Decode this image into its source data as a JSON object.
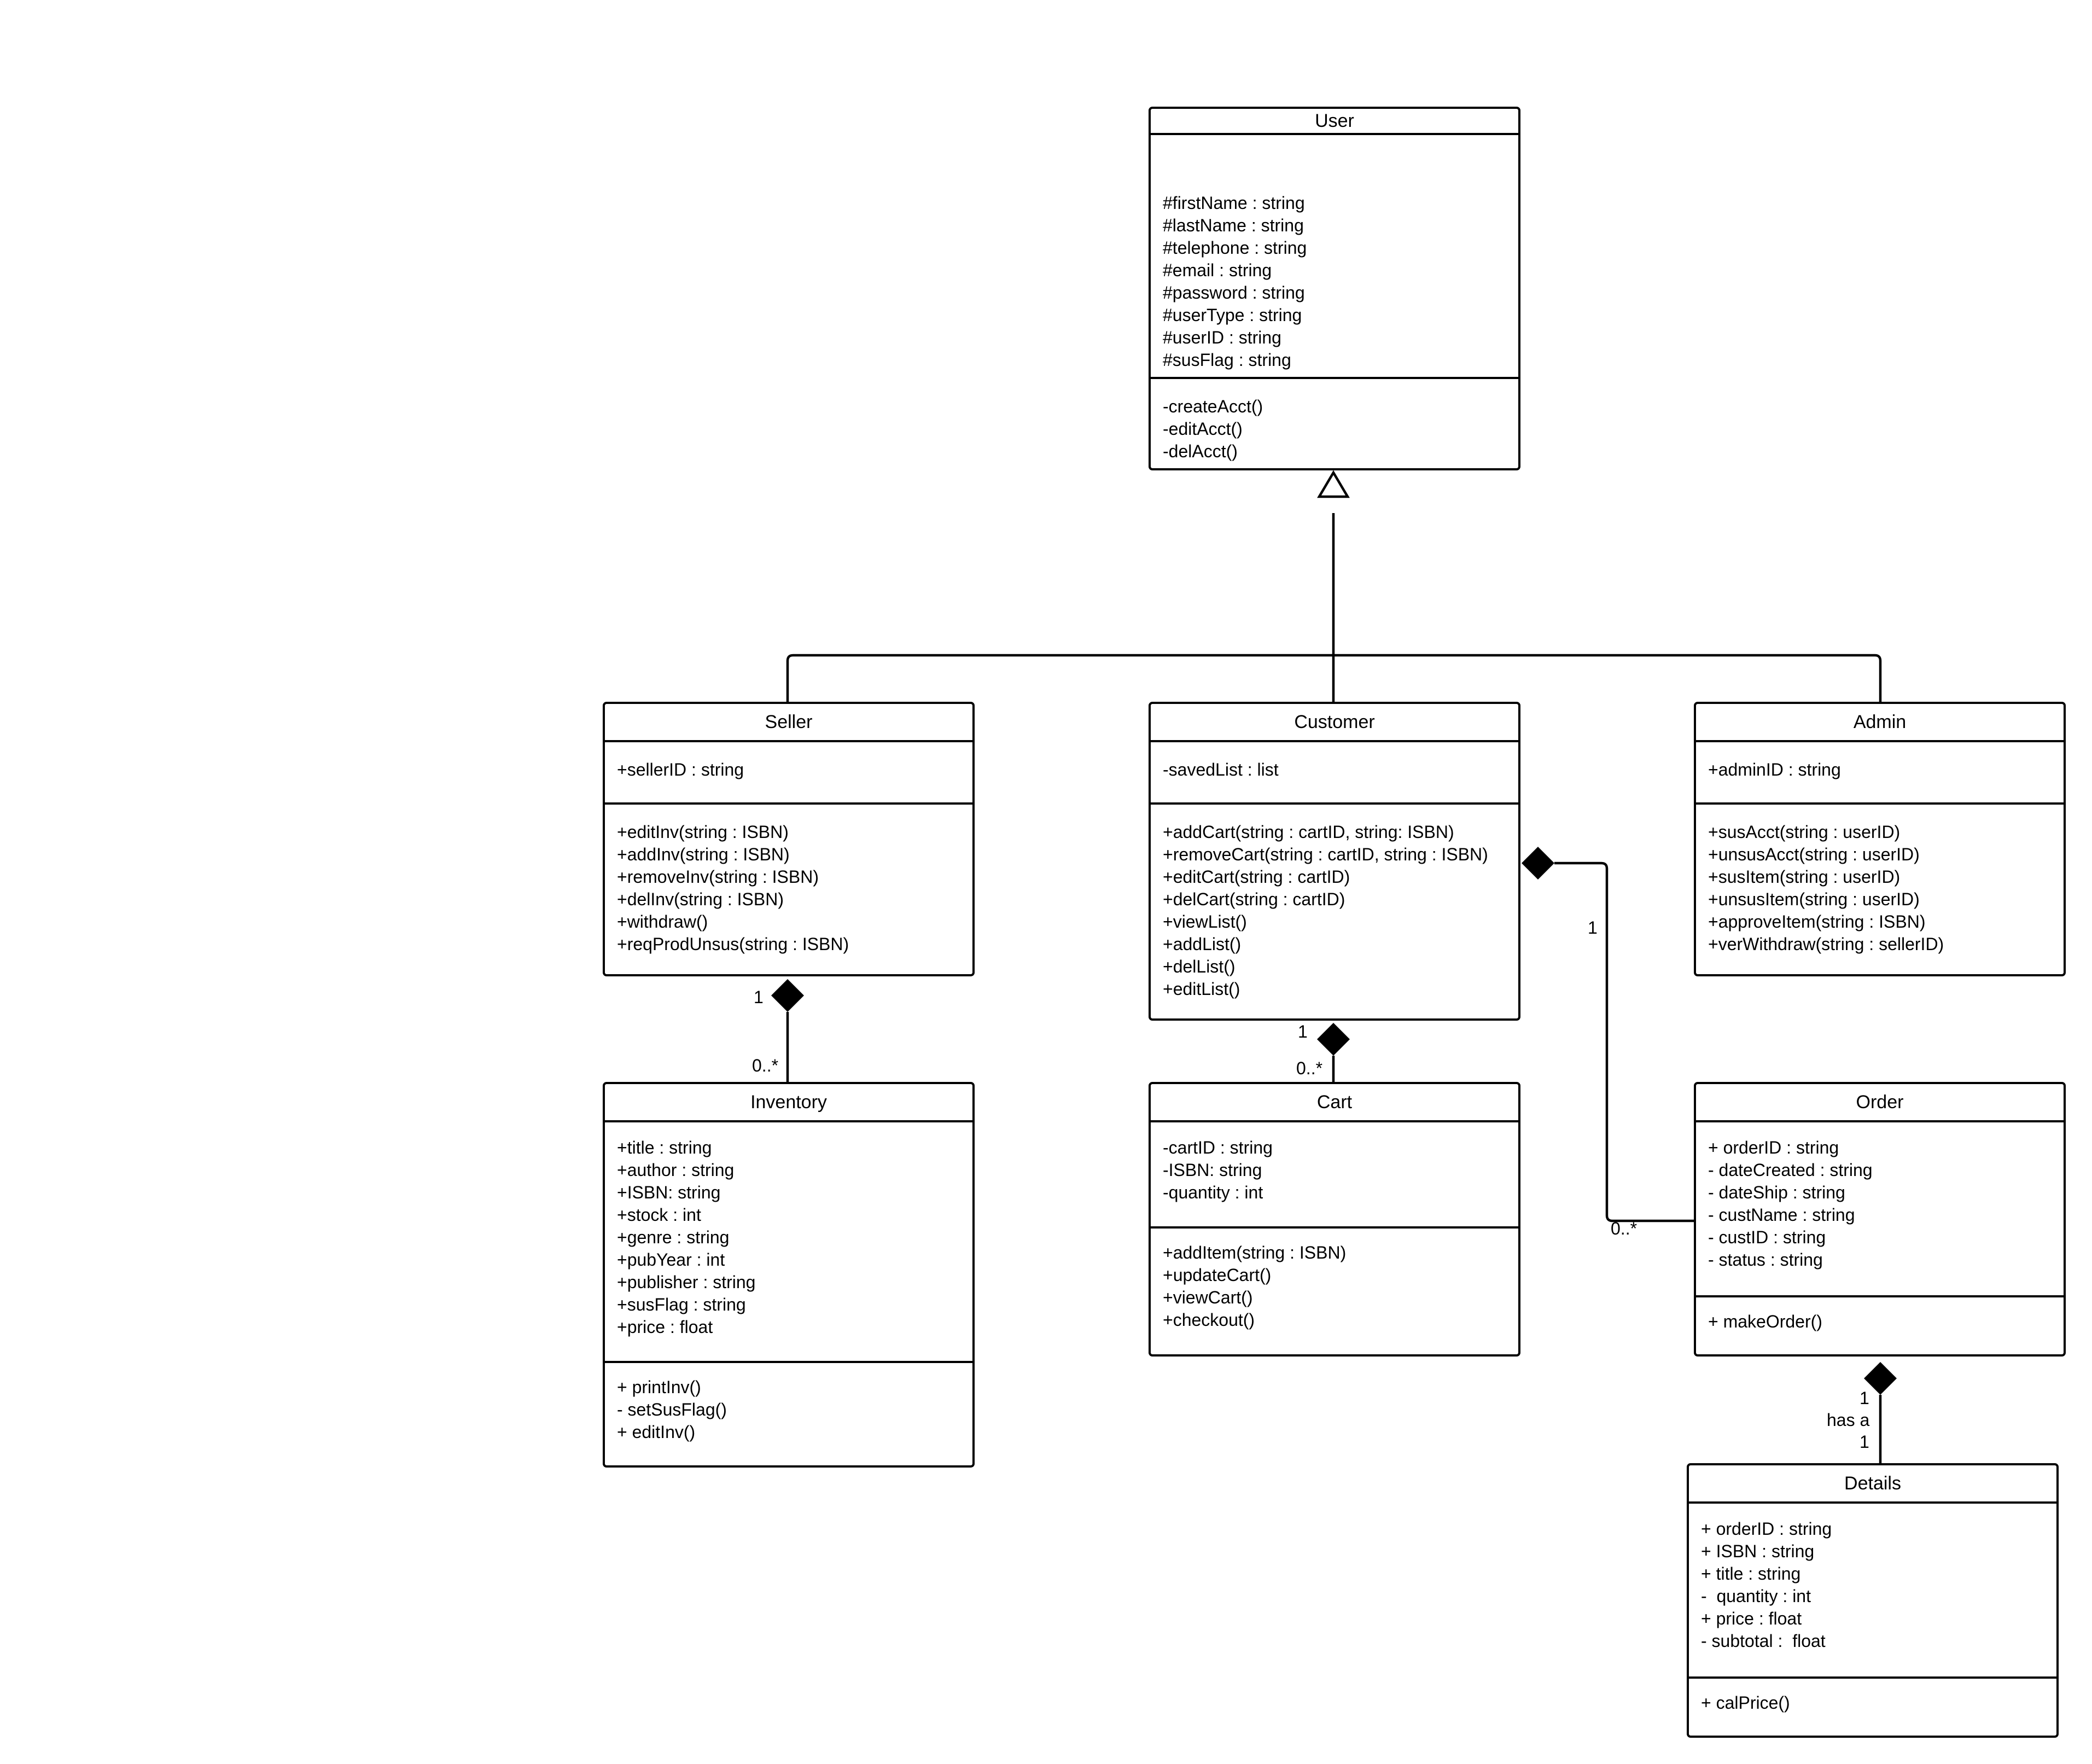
{
  "diagram": {
    "classes": {
      "user": {
        "name": "User",
        "attributes": [
          "#firstName : string",
          "#lastName : string",
          "#telephone : string",
          "#email : string",
          "#password : string",
          "#userType : string",
          "#userID : string",
          "#susFlag : string"
        ],
        "operations": [
          "-createAcct()",
          "-editAcct()",
          "-delAcct()"
        ]
      },
      "seller": {
        "name": "Seller",
        "attributes": [
          "+sellerID : string"
        ],
        "operations": [
          "+editInv(string : ISBN)",
          "+addInv(string : ISBN)",
          "+removeInv(string : ISBN)",
          "+delInv(string : ISBN)",
          "+withdraw()",
          "+reqProdUnsus(string : ISBN)"
        ]
      },
      "customer": {
        "name": "Customer",
        "attributes": [
          "-savedList : list"
        ],
        "operations": [
          "+addCart(string : cartID, string: ISBN)",
          "+removeCart(string : cartID, string : ISBN)",
          "+editCart(string : cartID)",
          "+delCart(string : cartID)",
          "+viewList()",
          "+addList()",
          "+delList()",
          "+editList()"
        ]
      },
      "admin": {
        "name": "Admin",
        "attributes": [
          "+adminID : string"
        ],
        "operations": [
          "+susAcct(string : userID)",
          "+unsusAcct(string : userID)",
          "+susItem(string : userID)",
          "+unsusItem(string : userID)",
          "+approveItem(string : ISBN)",
          "+verWithdraw(string : sellerID)"
        ]
      },
      "inventory": {
        "name": "Inventory",
        "attributes": [
          "+title : string",
          "+author : string",
          "+ISBN: string",
          "+stock : int",
          "+genre : string",
          "+pubYear : int",
          "+publisher : string",
          "+susFlag : string",
          "+price : float"
        ],
        "operations": [
          "+ printInv()",
          "- setSusFlag()",
          "+ editInv()"
        ]
      },
      "cart": {
        "name": "Cart",
        "attributes": [
          "-cartID : string",
          "-ISBN: string",
          "-quantity : int"
        ],
        "operations": [
          "+addItem(string : ISBN)",
          "+updateCart()",
          "+viewCart()",
          "+checkout()"
        ]
      },
      "order": {
        "name": "Order",
        "attributes": [
          "+ orderID : string",
          "- dateCreated : string",
          "- dateShip : string",
          "- custName : string",
          "- custID : string",
          "- status : string"
        ],
        "operations": [
          "+ makeOrder()"
        ]
      },
      "details": {
        "name": "Details",
        "attributes": [
          "+ orderID : string",
          "+ ISBN : string",
          "+ title : string",
          "-  quantity : int",
          "+ price : float",
          "- subtotal :  float"
        ],
        "operations": [
          "+ calPrice()"
        ]
      }
    },
    "multiplicities": {
      "seller_inventory_whole": "1",
      "seller_inventory_part": "0..*",
      "customer_cart_whole": "1",
      "customer_cart_part": "0..*",
      "customer_order_whole": "1",
      "customer_order_part": "0..*",
      "order_details_whole": "1",
      "order_details_label": "has a",
      "order_details_part": "1"
    }
  }
}
